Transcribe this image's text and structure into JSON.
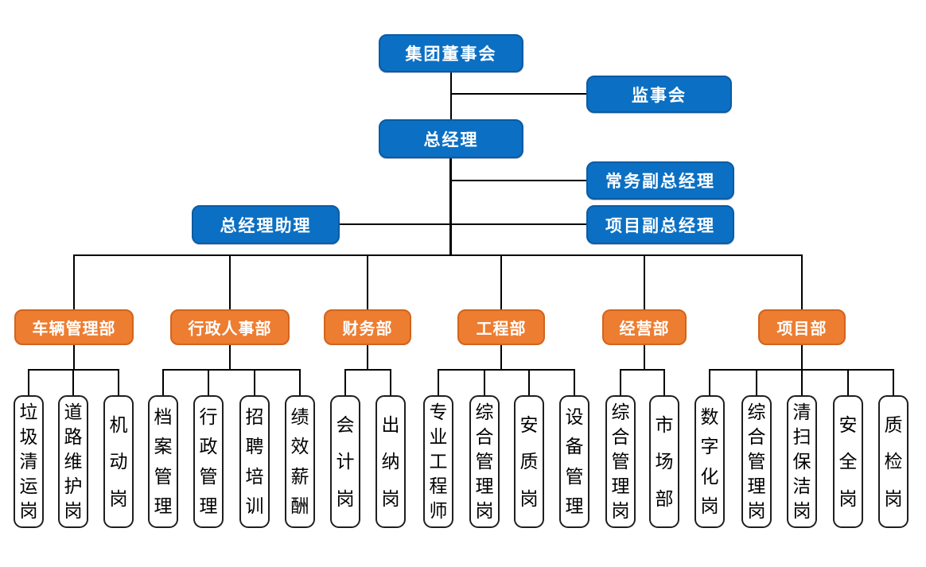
{
  "org": {
    "board": "集团董事会",
    "supervisory": "监事会",
    "general_manager": "总经理",
    "deputy_gm_executive": "常务副总经理",
    "gm_assistant": "总经理助理",
    "deputy_gm_project": "项目副总经理",
    "departments": [
      {
        "label": "车辆管理部",
        "children": [
          "垃圾清运岗",
          "道路维护岗",
          "机动岗"
        ]
      },
      {
        "label": "行政人事部",
        "children": [
          "档案管理",
          "行政管理",
          "招聘培训",
          "绩效薪酬"
        ]
      },
      {
        "label": "财务部",
        "children": [
          "会计岗",
          "出纳岗"
        ]
      },
      {
        "label": "工程部",
        "children": [
          "专业工程师",
          "综合管理岗",
          "安质岗",
          "设备管理"
        ]
      },
      {
        "label": "经营部",
        "children": [
          "综合管理岗",
          "市场部"
        ]
      },
      {
        "label": "项目部",
        "children": [
          "数字化岗",
          "综合管理岗",
          "清扫保洁岗",
          "安全岗",
          "质检岗"
        ]
      }
    ]
  },
  "colors": {
    "box_blue_fill": "#0b70c4",
    "box_blue_border": "#0a5ba3",
    "box_orange_fill": "#ed7d31",
    "box_orange_border": "#d2641c",
    "leaf_fill": "#ffffff",
    "leaf_border": "#1f1f1f",
    "connector": "#000000",
    "text_on_color": "#ffffff",
    "leaf_text": "#000000"
  }
}
